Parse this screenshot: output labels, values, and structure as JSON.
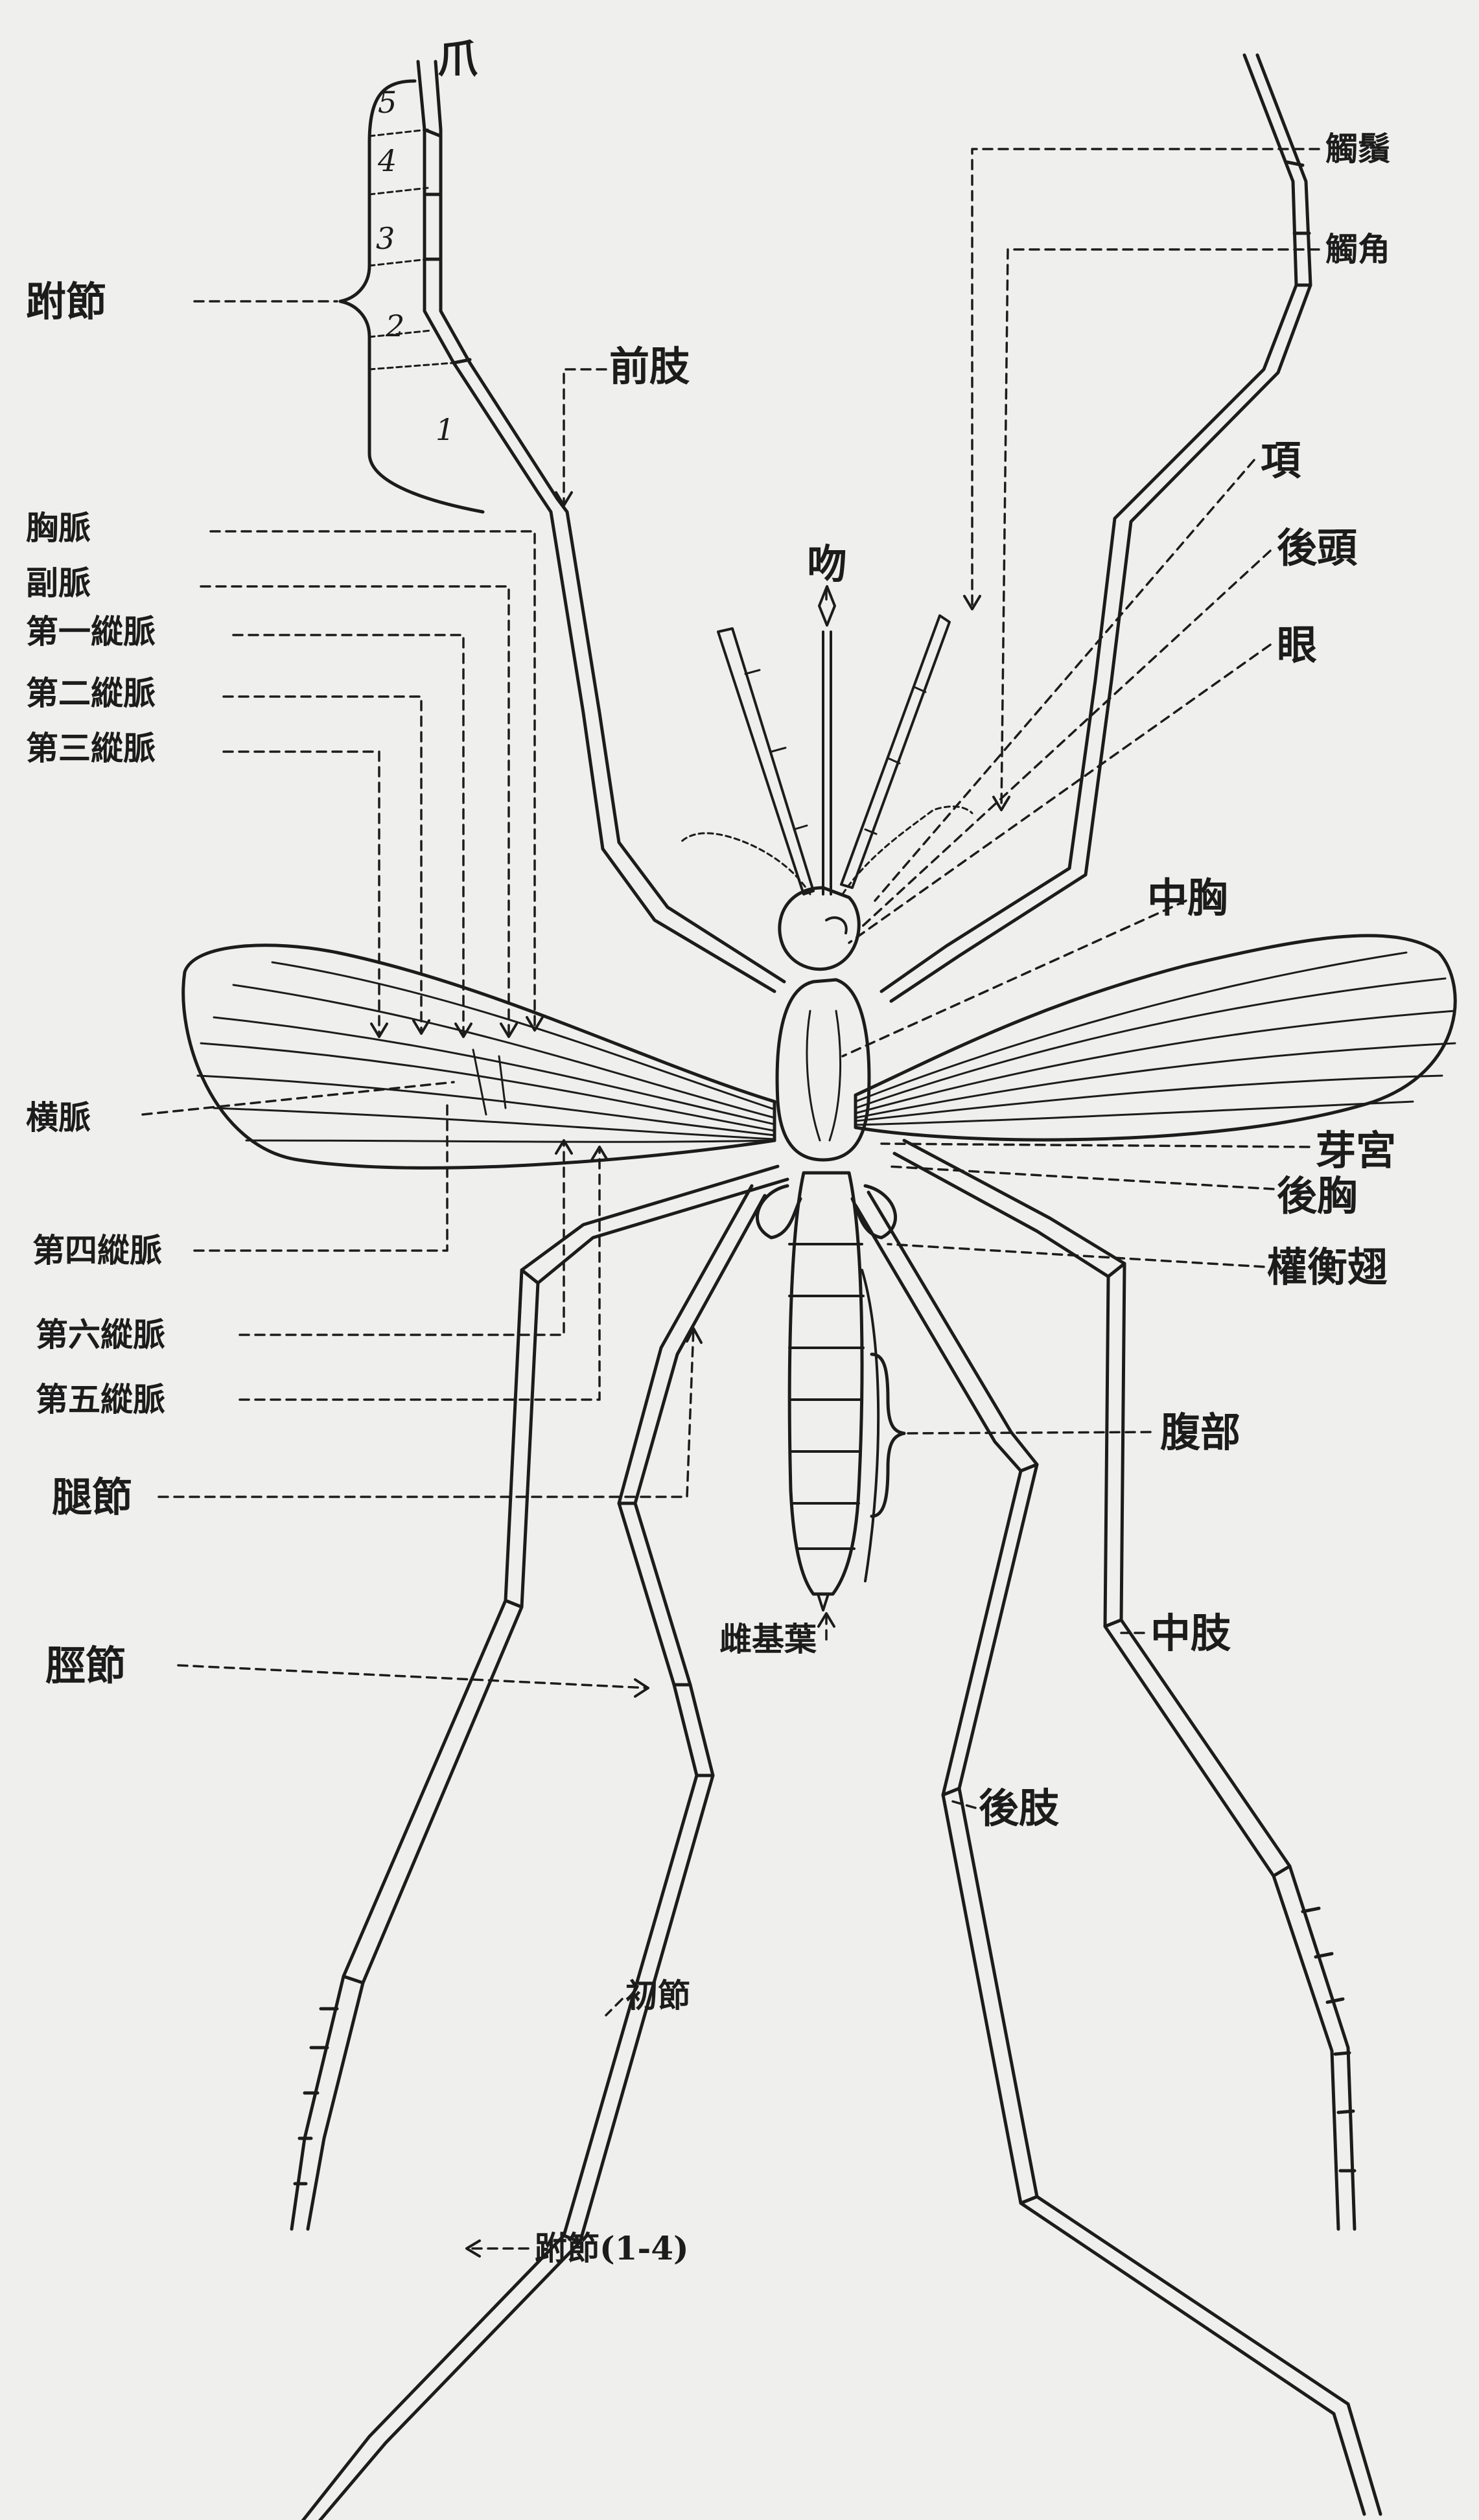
{
  "diagram": {
    "labels": {
      "claw": "爪",
      "tarsus_top": "跗節",
      "tarsus_numbers": [
        "5",
        "4",
        "3",
        "2",
        "1"
      ],
      "foreleg": "前肢",
      "palp": "觸鬚",
      "antenna": "觸角",
      "nape": "項",
      "occiput": "後頭",
      "eye": "眼",
      "proboscis": "吻",
      "costa": "胸脈",
      "subcosta": "副脈",
      "vein1": "第一縱脈",
      "vein2": "第二縱脈",
      "vein3": "第三縱脈",
      "mesothorax": "中胸",
      "crossvein": "横脈",
      "scutellum": "芽宮",
      "metathorax": "後胸",
      "vein4": "第四縱脈",
      "haltere": "權衡翅",
      "vein6": "第六縱脈",
      "vein5": "第五縱脈",
      "abdomen": "腹部",
      "femur": "腿節",
      "tibia": "脛節",
      "ovipositor": "雌基葉",
      "midleg": "中肢",
      "hindleg": "後肢",
      "first_tarsomere": "初節",
      "tarsus_bottom": "跗節(1-4)"
    },
    "colors": {
      "background": "#efefed",
      "ink": "#1c1c1c"
    }
  }
}
